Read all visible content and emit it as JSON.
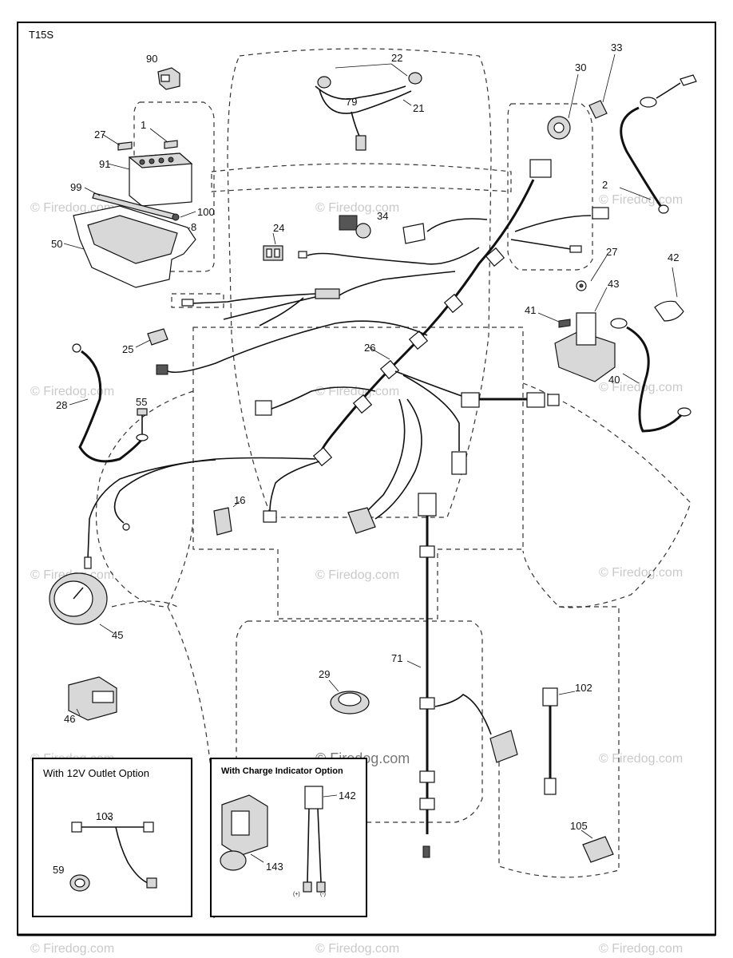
{
  "diagram_code": "T15S",
  "watermarks": {
    "repeat_text": "© Firedog.com",
    "center_text": "© Firedog.com"
  },
  "inset_boxes": {
    "outlet": {
      "title": "With 12V Outlet Option"
    },
    "charge": {
      "title": "With Charge Indicator Option"
    }
  },
  "terminal_marks": {
    "positive": "(+)",
    "negative": "(-)"
  },
  "parts": [
    {
      "id": "p90",
      "label": "90"
    },
    {
      "id": "p22",
      "label": "22"
    },
    {
      "id": "p79",
      "label": "79"
    },
    {
      "id": "p21",
      "label": "21"
    },
    {
      "id": "p30",
      "label": "30"
    },
    {
      "id": "p33",
      "label": "33"
    },
    {
      "id": "p2",
      "label": "2"
    },
    {
      "id": "p27a",
      "label": "27"
    },
    {
      "id": "p1",
      "label": "1"
    },
    {
      "id": "p91",
      "label": "91"
    },
    {
      "id": "p99",
      "label": "99"
    },
    {
      "id": "p100",
      "label": "100"
    },
    {
      "id": "p8",
      "label": "8"
    },
    {
      "id": "p50",
      "label": "50"
    },
    {
      "id": "p34",
      "label": "34"
    },
    {
      "id": "p24",
      "label": "24"
    },
    {
      "id": "p27b",
      "label": "27"
    },
    {
      "id": "p42",
      "label": "42"
    },
    {
      "id": "p43",
      "label": "43"
    },
    {
      "id": "p41",
      "label": "41"
    },
    {
      "id": "p26",
      "label": "26"
    },
    {
      "id": "p40",
      "label": "40"
    },
    {
      "id": "p25",
      "label": "25"
    },
    {
      "id": "p28",
      "label": "28"
    },
    {
      "id": "p55",
      "label": "55"
    },
    {
      "id": "p16",
      "label": "16"
    },
    {
      "id": "p45",
      "label": "45"
    },
    {
      "id": "p71",
      "label": "71"
    },
    {
      "id": "p29",
      "label": "29"
    },
    {
      "id": "p102",
      "label": "102"
    },
    {
      "id": "p46",
      "label": "46"
    },
    {
      "id": "p103",
      "label": "103"
    },
    {
      "id": "p142",
      "label": "142"
    },
    {
      "id": "p59",
      "label": "59"
    },
    {
      "id": "p143",
      "label": "143"
    },
    {
      "id": "p105",
      "label": "105"
    }
  ]
}
